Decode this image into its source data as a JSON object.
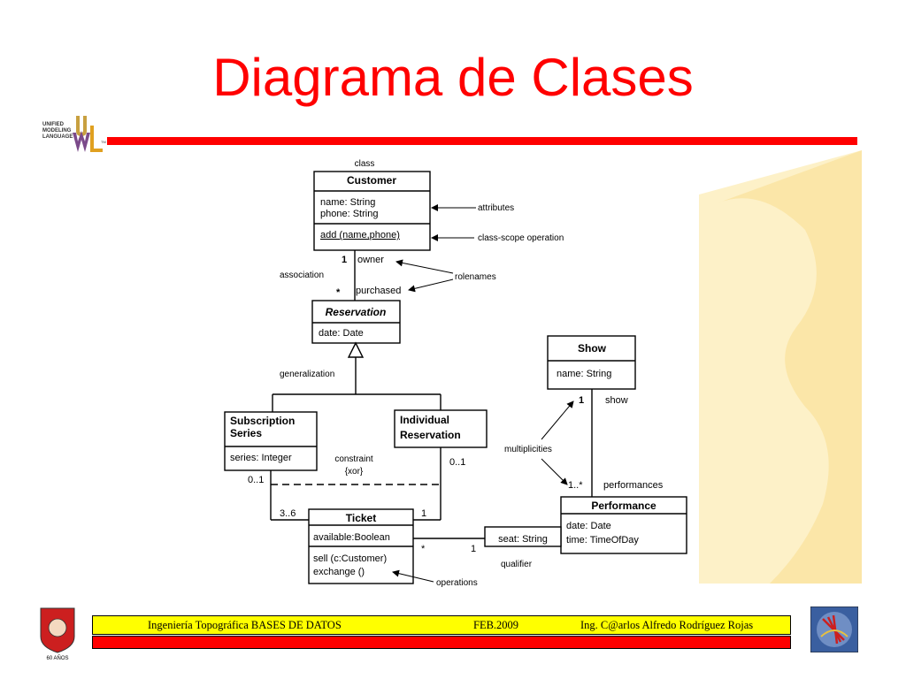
{
  "slide": {
    "title": "Diagrama de Clases"
  },
  "logo": {
    "lines": [
      "UNIFIED",
      "MODELING",
      "LANGUAGE"
    ],
    "tm": "TM",
    "colors": {
      "u": "#c8a040",
      "m": "#7b4a8a",
      "l": "#e0a020"
    }
  },
  "diagram": {
    "classes": {
      "customer": {
        "name": "Customer",
        "attributes": [
          "name: String",
          "phone: String"
        ],
        "operations": [
          "add (name,phone)"
        ]
      },
      "reservation": {
        "name": "Reservation",
        "attributes": [
          "date: Date"
        ]
      },
      "subscription": {
        "name_lines": [
          "Subscription",
          "Series"
        ],
        "attributes": [
          "series: Integer"
        ]
      },
      "individual": {
        "name_lines": [
          "Individual",
          "Reservation"
        ]
      },
      "ticket": {
        "name": "Ticket",
        "attributes": [
          "available:Boolean"
        ],
        "operations": [
          "sell (c:Customer)",
          "exchange ()"
        ]
      },
      "show": {
        "name": "Show",
        "attributes": [
          "name: String"
        ]
      },
      "performance": {
        "name": "Performance",
        "attributes": [
          "date: Date",
          "time: TimeOfDay"
        ]
      }
    },
    "qualifier_box": "seat: String",
    "annotations": {
      "class": "class",
      "attributes": "attributes",
      "class_scope_operation": "class-scope operation",
      "association": "association",
      "rolenames": "rolenames",
      "generalization": "generalization",
      "constraint": "constraint",
      "xor": "{xor}",
      "multiplicities": "multiplicities",
      "qualifier": "qualifier",
      "operations": "operations"
    },
    "roles": {
      "owner": "owner",
      "purchased": "purchased",
      "show": "show",
      "performances": "performances"
    },
    "multiplicities": {
      "customer_end": "1",
      "reservation_end": "*",
      "subscription_constraint": "0..1",
      "individual_constraint": "0..1",
      "ticket_subscription": "3..6",
      "ticket_individual": "1",
      "ticket_qualifier_star": "*",
      "qualifier_one": "1",
      "show_end": "1",
      "performance_end": "1..*"
    }
  },
  "footer": {
    "left": "Ingeniería Topográfica    BASES DE DATOS",
    "date": "FEB.2009",
    "author": "Ing. C@arlos Alfredo Rodríguez Rojas"
  },
  "badges": {
    "left_caption": "60 AÑOS",
    "colors": {
      "shield_red": "#cc1f1f",
      "blue": "#3a5fa0"
    }
  }
}
